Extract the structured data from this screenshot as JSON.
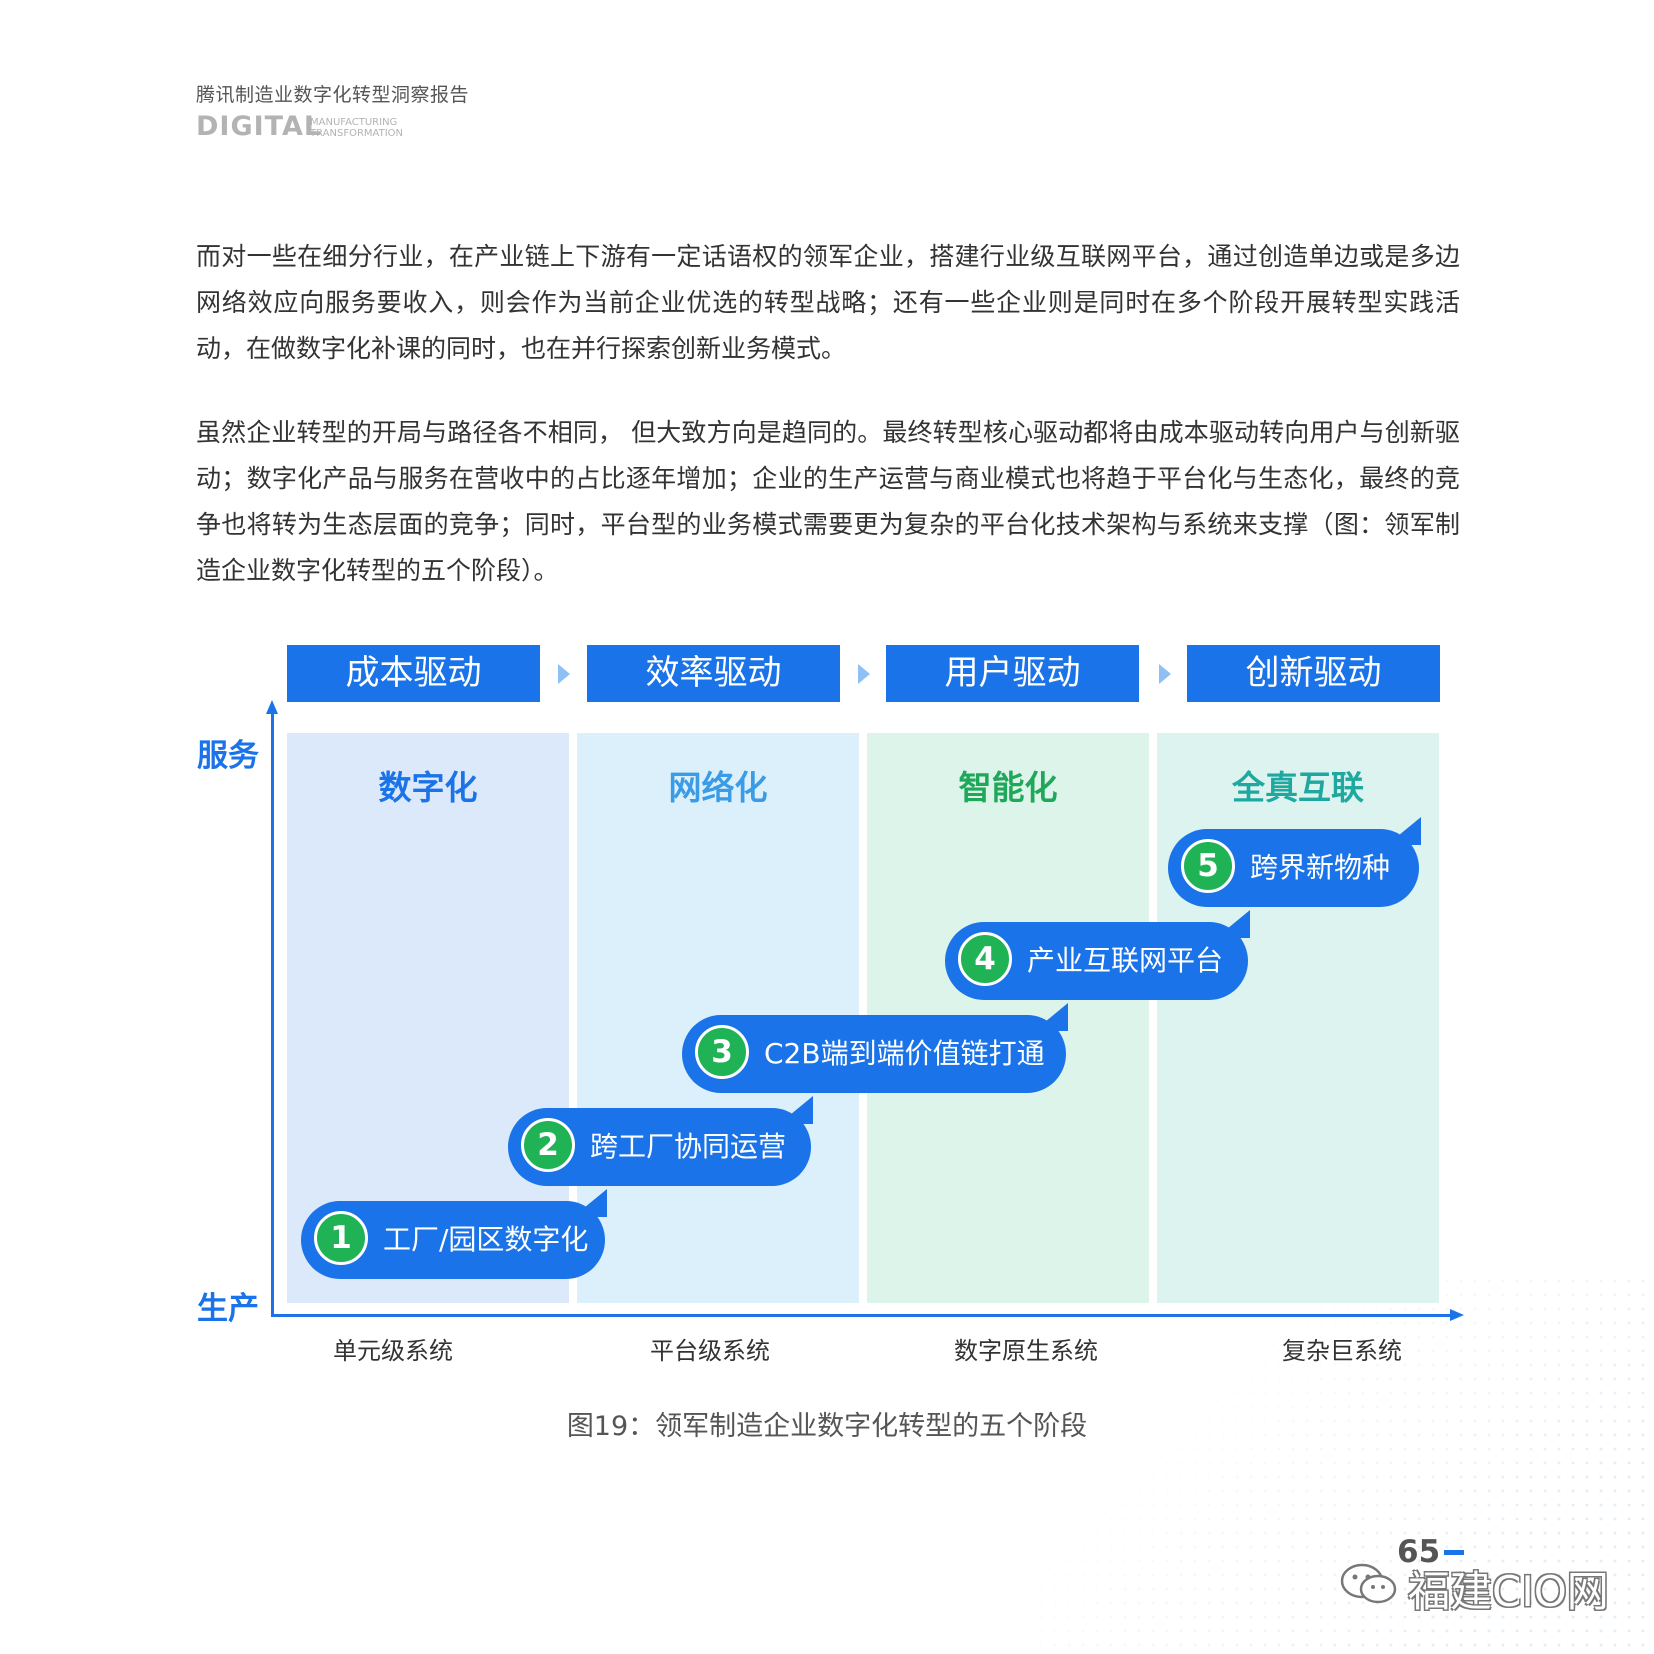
{
  "header": {
    "title": "腾讯制造业数字化转型洞察报告",
    "digital": "DIGITAL",
    "sub1": "MANUFACTURING",
    "sub2": "TRANSFORMATION"
  },
  "paragraphs": [
    "而对一些在细分行业，在产业链上下游有一定话语权的领军企业，搭建行业级互联网平台，通过创造单边或是多边网络效应向服务要收入，则会作为当前企业优选的转型战略；还有一些企业则是同时在多个阶段开展转型实践活动，在做数字化补课的同时，也在并行探索创新业务模式。",
    "虽然企业转型的开局与路径各不相同， 但大致方向是趋同的。最终转型核心驱动都将由成本驱动转向用户与创新驱动；数字化产品与服务在营收中的占比逐年增加；企业的生产运营与商业模式也将趋于平台化与生态化，最终的竞争也将转为生态层面的竞争；同时，平台型的业务模式需要更为复杂的平台化技术架构与系统来支撑（图：领军制造企业数字化转型的五个阶段）。"
  ],
  "figure": {
    "drivers": [
      "成本驱动",
      "效率驱动",
      "用户驱动",
      "创新驱动"
    ],
    "columns": [
      {
        "title": "数字化",
        "color": "#1a73e8",
        "bg": "#dce9fb"
      },
      {
        "title": "网络化",
        "color": "#3a9be6",
        "bg": "#dcf0fb"
      },
      {
        "title": "智能化",
        "color": "#1fa85a",
        "bg": "#dcf4e9"
      },
      {
        "title": "全真互联",
        "color": "#1fa8a0",
        "bg": "#dcf3ef"
      }
    ],
    "y_axis": {
      "top": "服务",
      "bottom": "生产"
    },
    "x_categories": [
      "单元级系统",
      "平台级系统",
      "数字原生系统",
      "复杂巨系统"
    ],
    "stages": [
      {
        "num": "1",
        "label": "工厂/园区数字化"
      },
      {
        "num": "2",
        "label": "跨工厂协同运营"
      },
      {
        "num": "3",
        "label": "C2B端到端价值链打通"
      },
      {
        "num": "4",
        "label": "产业互联网平台"
      },
      {
        "num": "5",
        "label": "跨界新物种"
      }
    ],
    "colors": {
      "accent": "#1a73e8",
      "stage_badge": "#1fb356"
    }
  },
  "caption": "图19：领军制造企业数字化转型的五个阶段",
  "page_number": "65",
  "watermark": "福建CIO网",
  "watermark_icon": "wechat-icon"
}
